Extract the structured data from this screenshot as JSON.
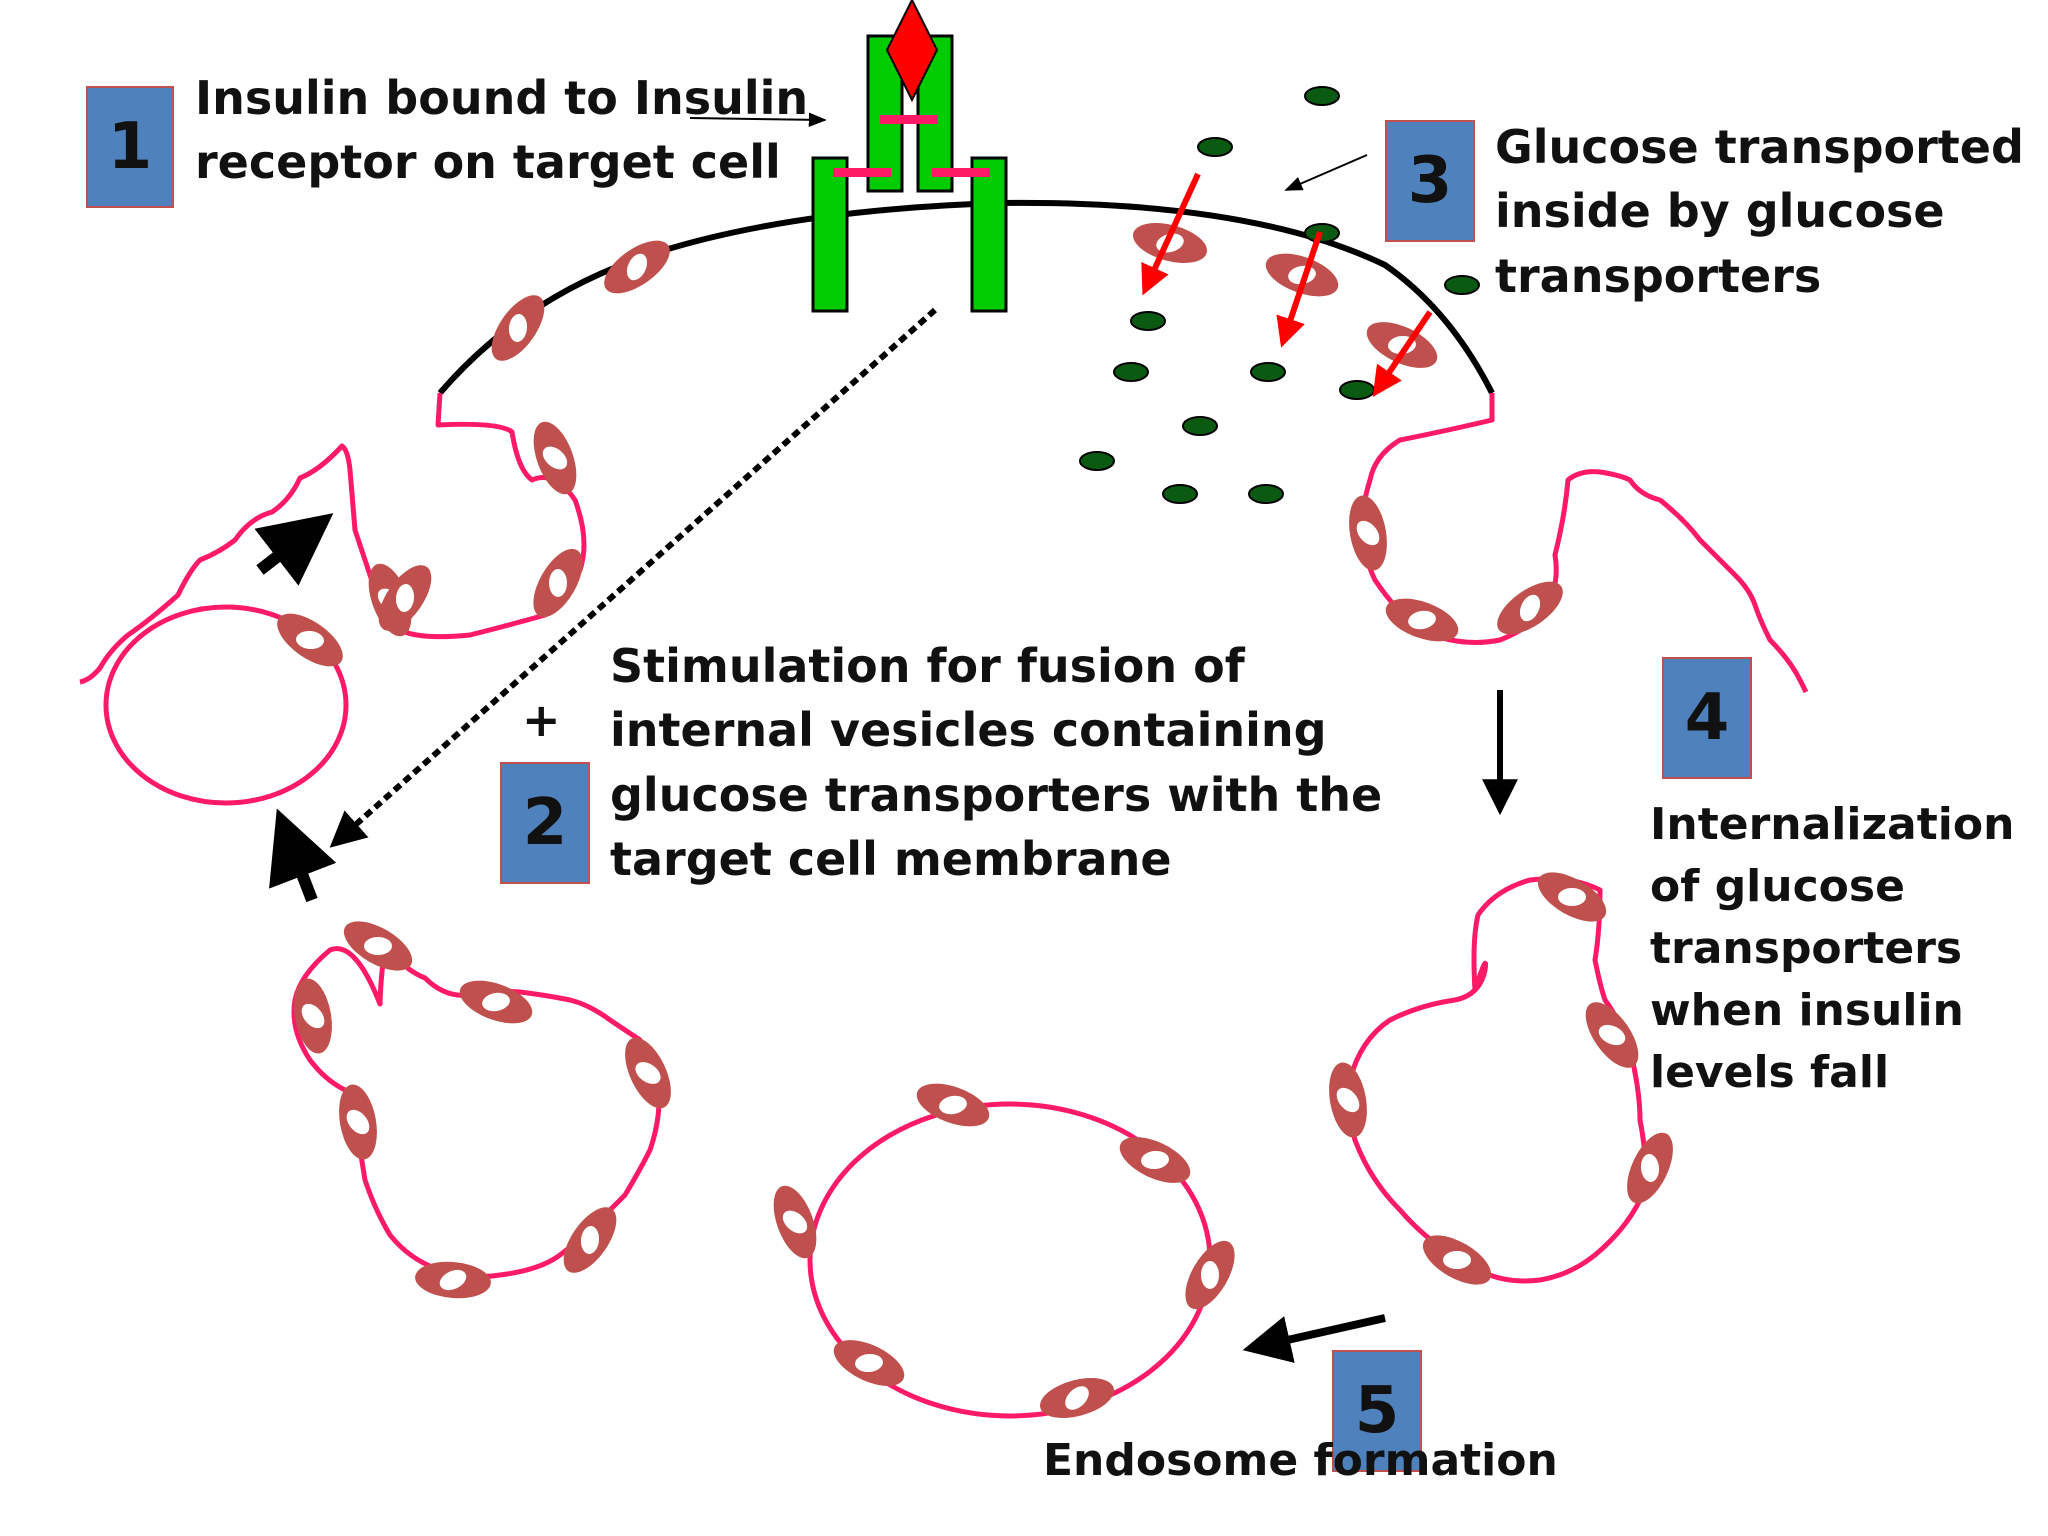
{
  "colors": {
    "membrane": "#000000",
    "vesicle": "#ff1a66",
    "transporter": "#c0504d",
    "receptor": "#00cc00",
    "insulin": "#ff0000",
    "glucose": "#0b5a12",
    "red_arrow": "#ff0000",
    "step_box": "#4f81bd",
    "step_box_border": "#c0504d"
  },
  "steps": [
    {
      "number": "1",
      "lines": [
        "Insulin bound to Insulin",
        "receptor on target cell"
      ]
    },
    {
      "number": "2",
      "lines": [
        "Stimulation for fusion of",
        "internal vesicles containing",
        "glucose transporters with the",
        "target cell membrane"
      ]
    },
    {
      "number": "3",
      "lines": [
        "Glucose transported",
        "inside by glucose",
        "transporters"
      ]
    },
    {
      "number": "4",
      "lines": [
        "Internalization",
        "of glucose",
        "transporters",
        "when insulin",
        "levels fall"
      ]
    },
    {
      "number": "5",
      "lines": [
        "Endosome formation"
      ]
    }
  ],
  "plus_sign": "+",
  "icons": {
    "insulin": "diamond",
    "receptor": "y-shaped-receptor",
    "glucose": "ellipse",
    "transporter": "ring-ellipse"
  }
}
